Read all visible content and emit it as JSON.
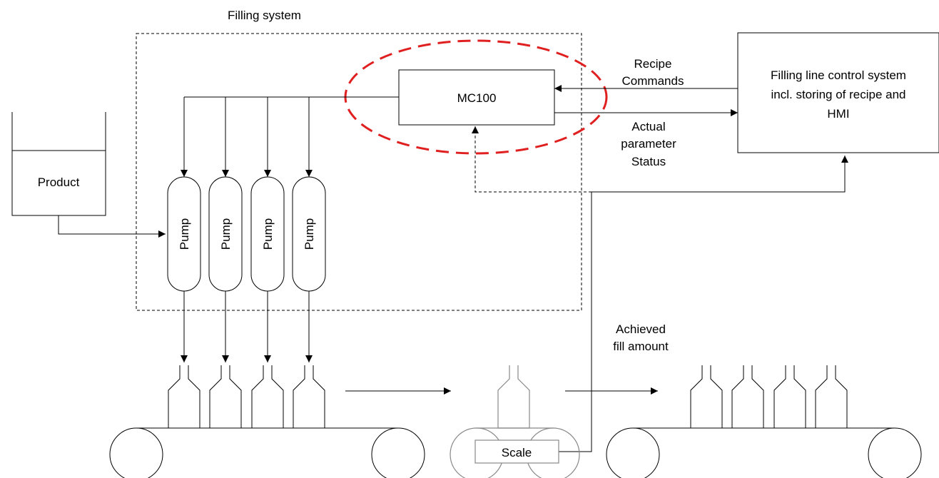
{
  "filling_system": {
    "title": "Filling system"
  },
  "mc100": {
    "label": "MC100",
    "highlight_color": "#e02020"
  },
  "product": {
    "label": "Product"
  },
  "pumps": [
    {
      "label": "Pump"
    },
    {
      "label": "Pump"
    },
    {
      "label": "Pump"
    },
    {
      "label": "Pump"
    }
  ],
  "control_system": {
    "lines": [
      "Filling line control system",
      "incl. storing of recipe and",
      "HMI"
    ]
  },
  "flows": {
    "recipe_commands": [
      "Recipe",
      "Commands"
    ],
    "actual_parameter_status": [
      "Actual",
      "parameter",
      "Status"
    ],
    "achieved_fill_amount": [
      "Achieved",
      "fill amount"
    ]
  },
  "scale": {
    "label": "Scale"
  },
  "colors": {
    "line": "#000000",
    "scale_line": "#888888",
    "highlight": "#e02020"
  }
}
